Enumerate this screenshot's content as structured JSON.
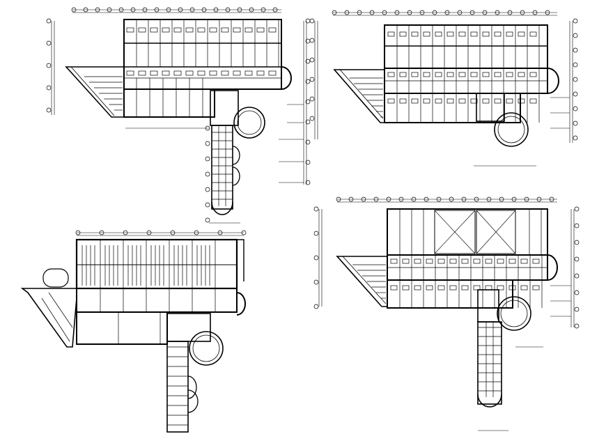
{
  "drawing": {
    "line_color": "#000000",
    "background": "#ffffff",
    "plans": [
      {
        "id": "plan-top-left",
        "kind": "floor-plan"
      },
      {
        "id": "plan-top-right",
        "kind": "floor-plan"
      },
      {
        "id": "plan-bottom-left",
        "kind": "floor-plan"
      },
      {
        "id": "plan-bottom-right",
        "kind": "floor-plan"
      }
    ]
  }
}
